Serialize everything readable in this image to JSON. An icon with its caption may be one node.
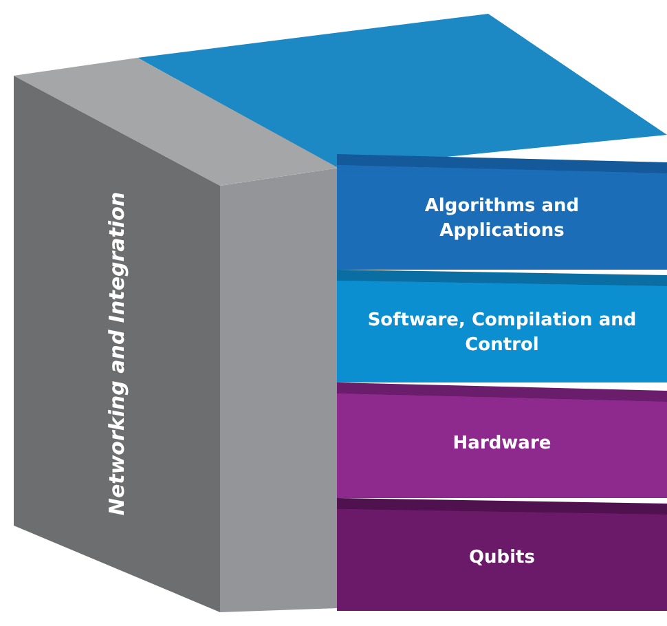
{
  "diagram": {
    "nodes": [
      {
        "text": [
          "Networking and Integration"
        ]
      },
      {
        "text": [
          "Algorithms and Applications"
        ]
      },
      {
        "text": [
          "Software, Compilation and Control"
        ]
      },
      {
        "text": [
          "Hardware"
        ]
      },
      {
        "text": [
          "Qubits"
        ]
      }
    ]
  }
}
